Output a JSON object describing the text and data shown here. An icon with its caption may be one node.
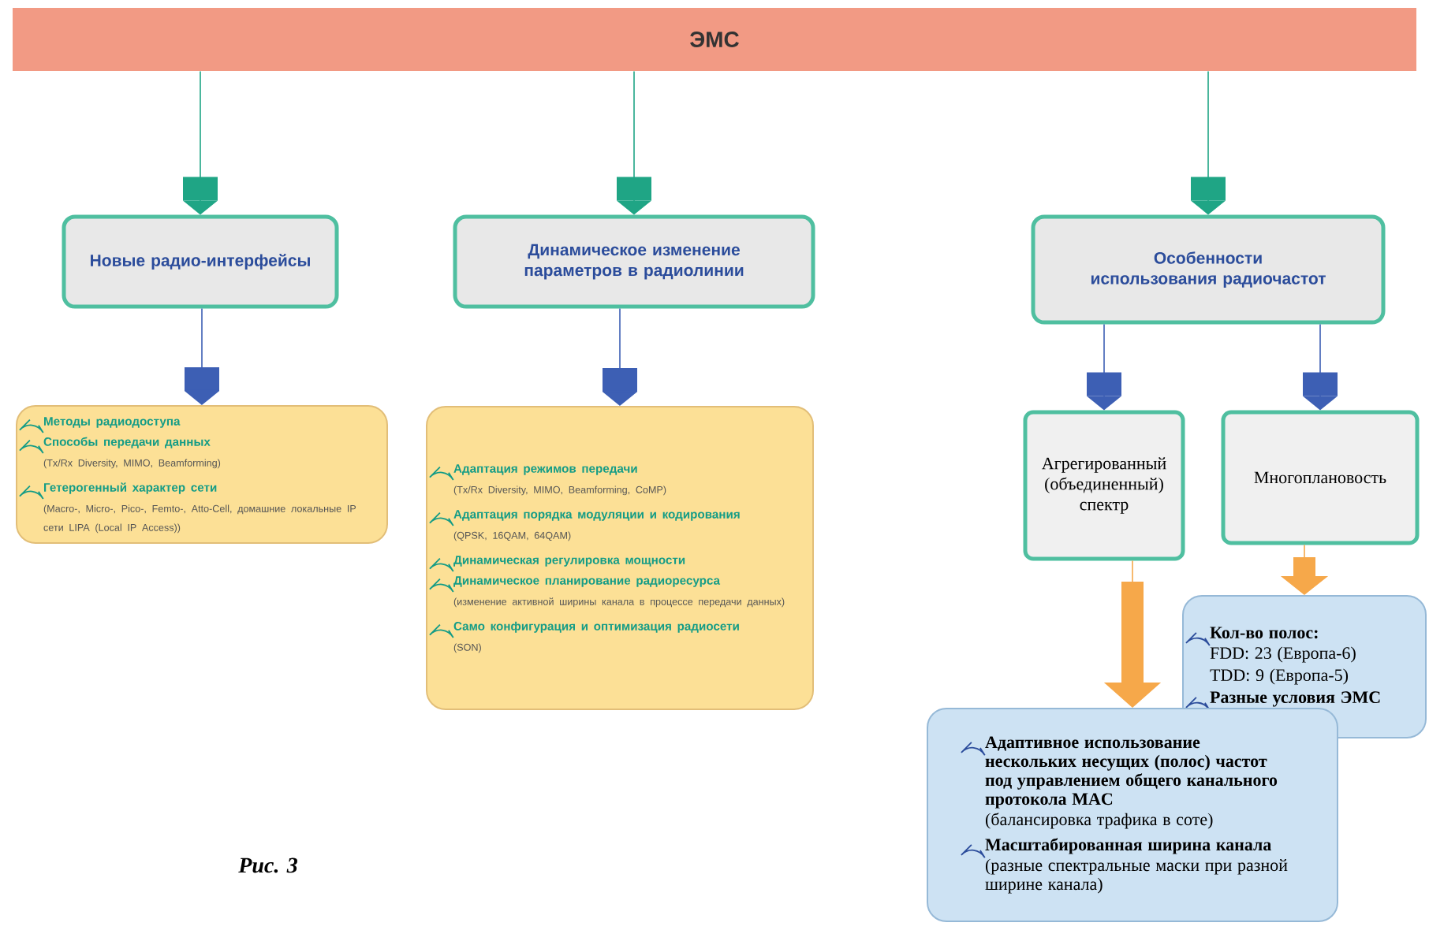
{
  "diagram": {
    "nodes": [
      {
        "text": [
          "ЭМС"
        ]
      },
      {
        "text": [
          "Новые радио-интерфейсы"
        ]
      },
      {
        "text": [
          "Динамическое изменение параметров в радиолинии"
        ]
      },
      {
        "text": [
          "Особенности использования радиочастот"
        ]
      },
      {
        "text": [
          "Методы радиодоступа",
          "Способы передачи данных",
          "(Tx/Rx Diversity, MIMO, Beamforming)",
          "Гетерогенный характер сети",
          "(Macro-, Micro-, Pico-, Femto-, Atto-Cell, домашние локальные IP сети LIPA (Local IP Access))"
        ]
      },
      {
        "text": [
          "Адаптация режимов передачи",
          "(Tx/Rx Diversity, MIMO, Beamforming, CoMP)",
          "Адаптация порядка модуляции и кодирования",
          "(QPSK, 16QAM, 64QAM)",
          "Динамическая регулировка мощности",
          "Динамическое планирование радиоресурса",
          "(изменение активной ширины канала в процессе передачи данных)",
          "Само конфигурация и оптимизация радиосети",
          "(SON)"
        ]
      },
      {
        "text": [
          "Агрегированный (объединенный) спектр"
        ]
      },
      {
        "text": [
          "Многоплановость"
        ]
      },
      {
        "text": [
          "Кол-во полос:",
          "FDD: 23 (Европа-6)",
          "TDD: 9 (Европа-5)",
          "Разные условия ЭМС"
        ]
      },
      {
        "text": [
          "Адаптивное использование нескольких несущих (полос) частот под управлением общего канального протокола MAC",
          "(балансировка трафика в соте)",
          "Масштабированная ширина канала",
          "(разные спектральные маски при разной ширине канала)"
        ]
      }
    ],
    "edges": [
      {
        "from": 0,
        "to": 1,
        "arrow": "to",
        "color": "#1fa585"
      },
      {
        "from": 0,
        "to": 2,
        "arrow": "to",
        "color": "#1fa585"
      },
      {
        "from": 0,
        "to": 3,
        "arrow": "to",
        "color": "#1fa585"
      },
      {
        "from": 1,
        "to": 4,
        "arrow": "to"
      },
      {
        "from": 2,
        "to": 5,
        "arrow": "to"
      },
      {
        "from": 3,
        "to": 6,
        "arrow": "to"
      },
      {
        "from": 3,
        "to": 7,
        "arrow": "to"
      },
      {
        "from": 6,
        "to": 9,
        "arrow": "to",
        "color": "#f6a84a"
      },
      {
        "from": 7,
        "to": 8,
        "arrow": "to",
        "color": "#f6a84a"
      }
    ],
    "labels": [
      "Рис. 3"
    ]
  }
}
